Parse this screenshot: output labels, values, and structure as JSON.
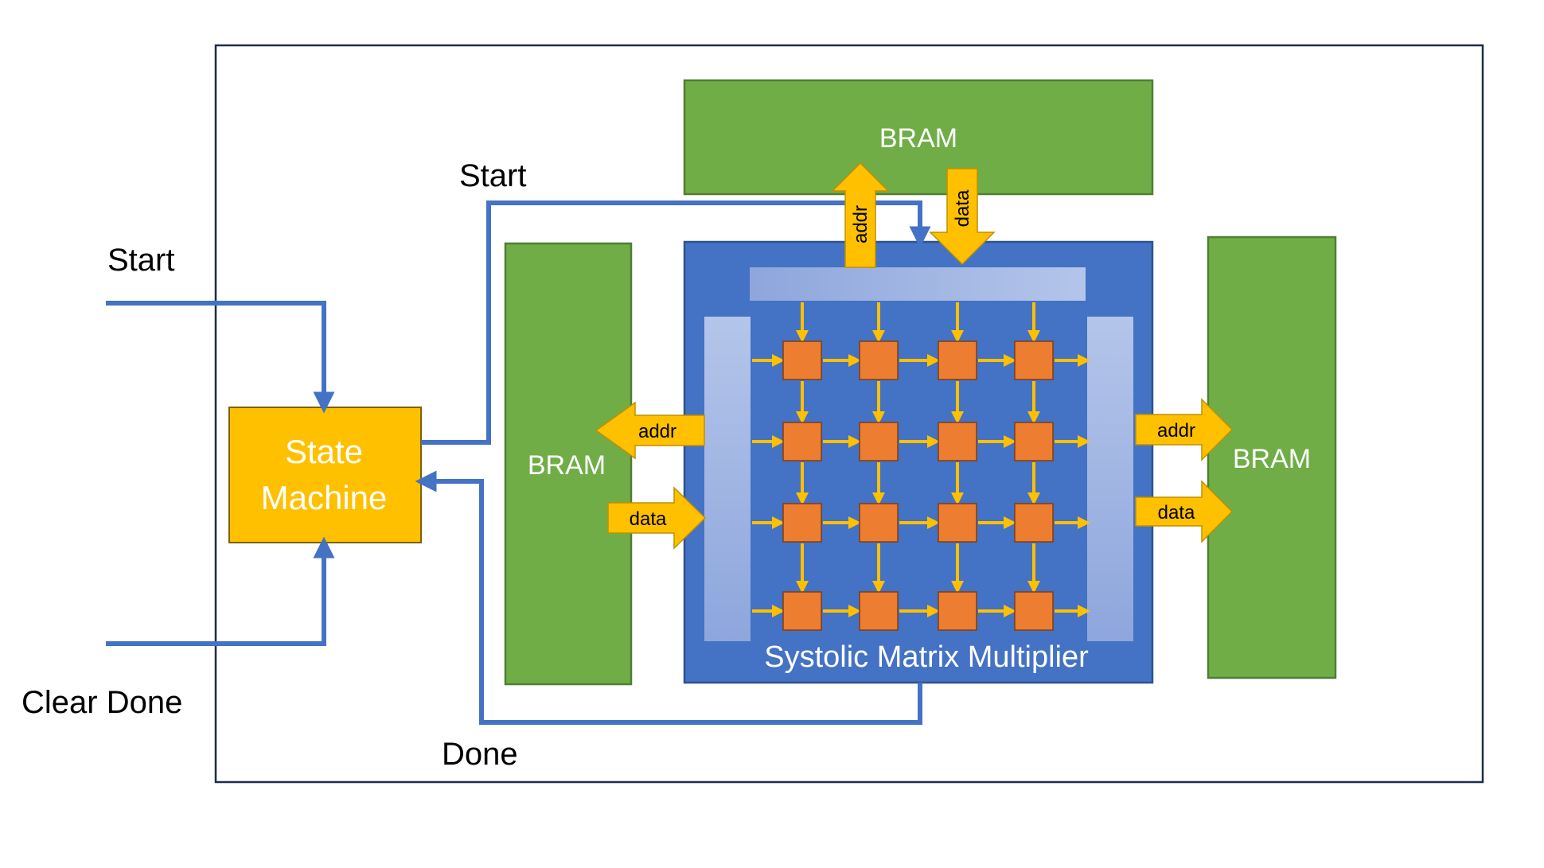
{
  "labels": {
    "start_external": "Start",
    "start_internal": "Start",
    "clear_done": "Clear Done",
    "done": "Done",
    "state_machine_line1": "State",
    "state_machine_line2": "Machine",
    "bram_top": "BRAM",
    "bram_left": "BRAM",
    "bram_right": "BRAM",
    "systolic": "Systolic Matrix Multiplier",
    "top_addr": "addr",
    "top_data": "data",
    "left_addr": "addr",
    "left_data": "data",
    "right_addr": "addr",
    "right_data": "data"
  },
  "colors": {
    "bram": "#70ad47",
    "bram_border": "#507e32",
    "systolic": "#4472c4",
    "state_machine": "#ffc000",
    "bus_arrow": "#ffc000",
    "pe": "#ed7d31",
    "signal_line": "#4472c4"
  }
}
